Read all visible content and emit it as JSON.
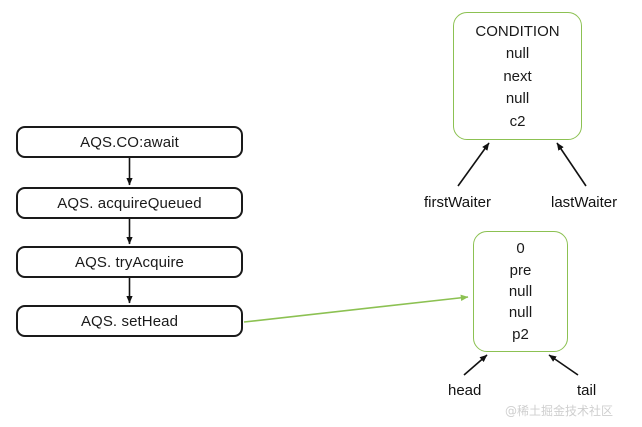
{
  "diagram": {
    "background_color": "#ffffff",
    "flow_border_color": "#1a1a1a",
    "node_border_color": "#8cc152",
    "green_arrow_color": "#8cc152",
    "black_arrow_color": "#111111"
  },
  "flow": {
    "steps": [
      {
        "label": "AQS.CO:await"
      },
      {
        "label": "AQS. acquireQueued"
      },
      {
        "label": "AQS. tryAcquire"
      },
      {
        "label": "AQS. setHead"
      }
    ]
  },
  "nodes": {
    "condition": {
      "rows": [
        "CONDITION",
        "null",
        "next",
        "null",
        "c2"
      ]
    },
    "queue_node": {
      "rows": [
        "0",
        "pre",
        "null",
        "null",
        "p2"
      ]
    }
  },
  "pointers": {
    "first_waiter": "firstWaiter",
    "last_waiter": "lastWaiter",
    "head": "head",
    "tail": "tail"
  },
  "watermark": {
    "text": "@稀土掘金技术社区"
  }
}
